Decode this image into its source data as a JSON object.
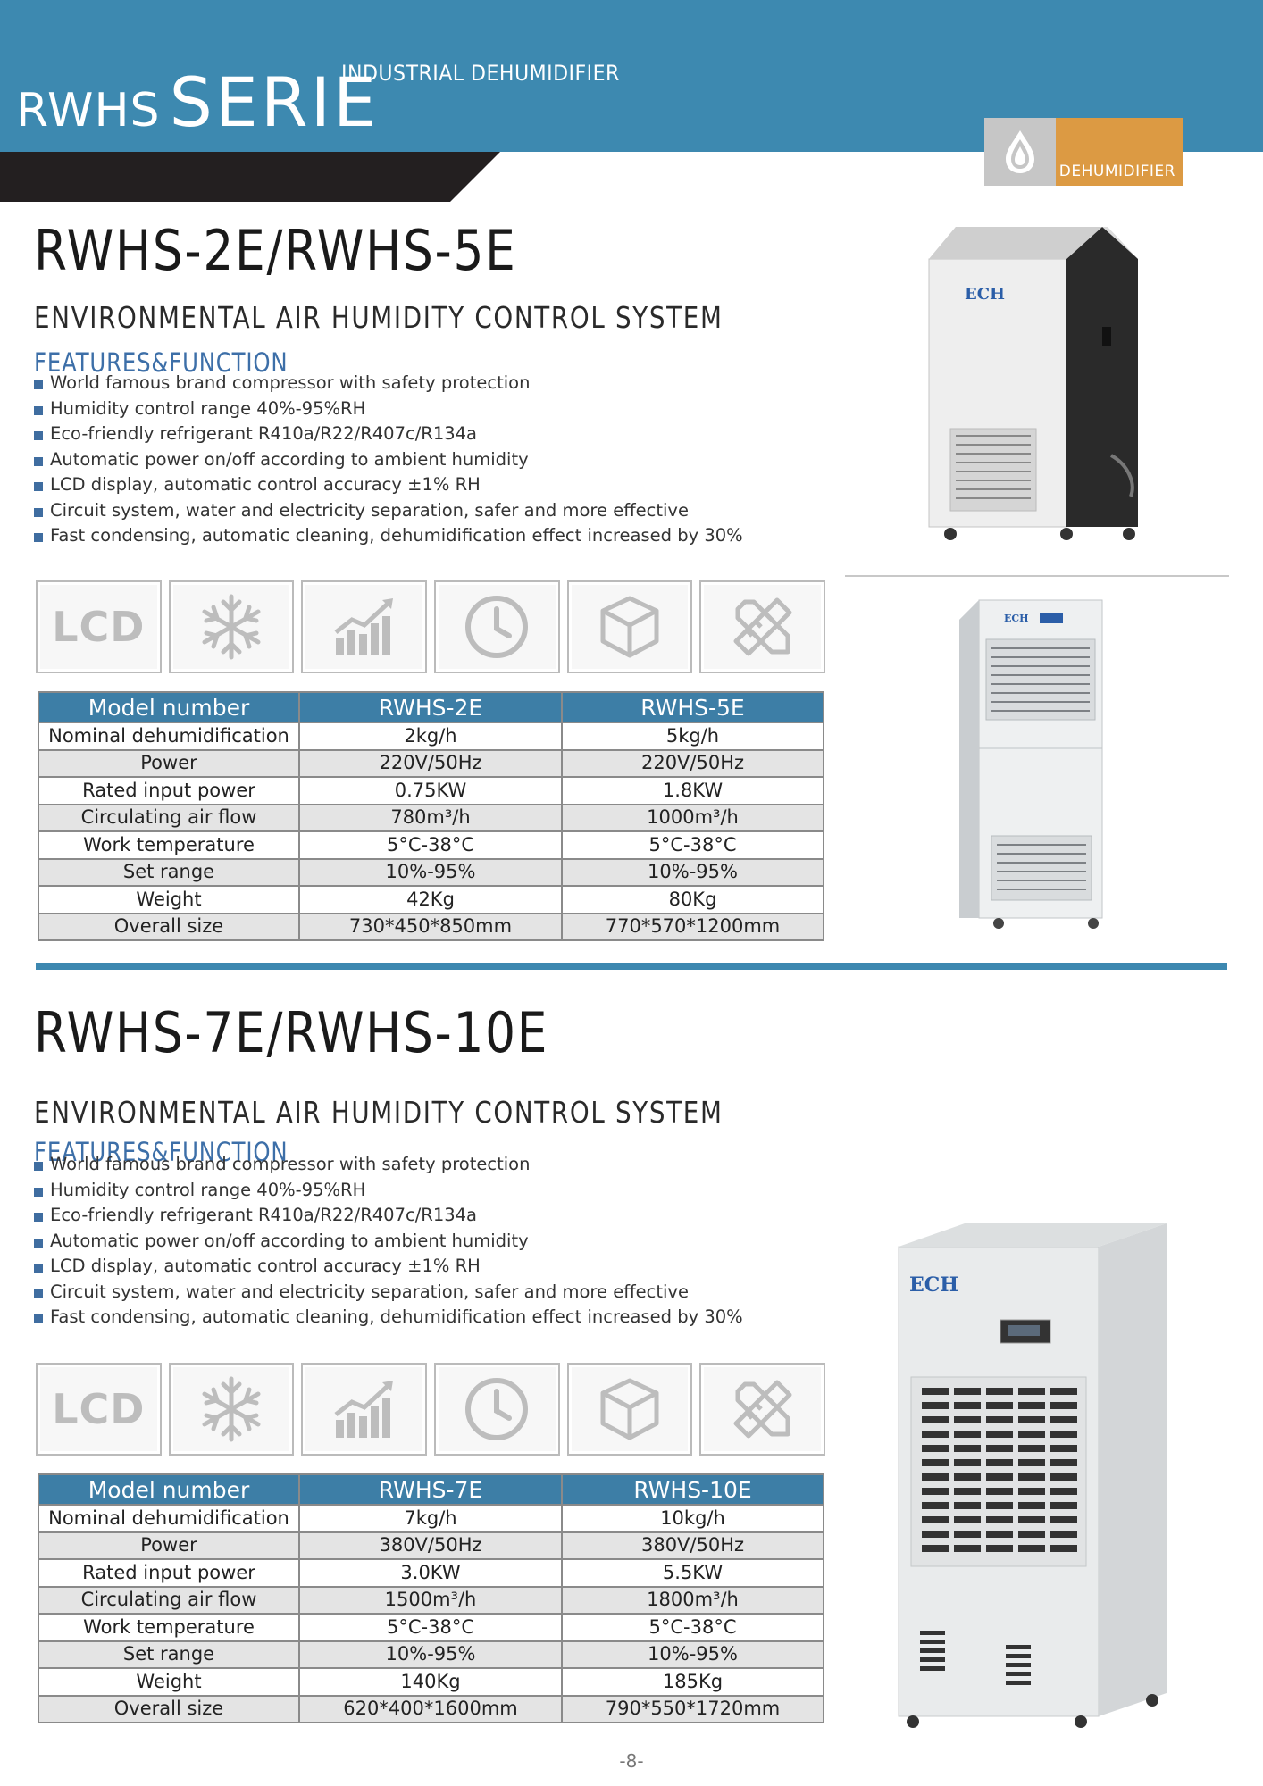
{
  "header": {
    "series_prefix": "RWHS",
    "series_word": "SERIE",
    "subtitle": "INDUSTRIAL  DEHUMIDIFIER",
    "badge_label": "DEHUMIDIFIER"
  },
  "sections": [
    {
      "model_title": "RWHS-2E/RWHS-5E",
      "system_title": "ENVIRONMENTAL AIR HUMIDITY CONTROL SYSTEM",
      "features_title": "FEATURES&FUNCTION",
      "features": [
        "World famous brand compressor with safety protection",
        "Humidity control range 40%-95%RH",
        "Eco-friendly refrigerant R410a/R22/R407c/R134a",
        "Automatic power on/off according to ambient humidity",
        "LCD display, automatic control accuracy ±1% RH",
        "Circuit system, water and electricity separation, safer and more effective",
        "Fast condensing, automatic cleaning, dehumidification effect increased by 30%"
      ],
      "icon_lcd": "LCD",
      "table": {
        "headers": [
          "Model number",
          "RWHS-2E",
          "RWHS-5E"
        ],
        "rows": [
          [
            "Nominal dehumidification",
            "2kg/h",
            "5kg/h"
          ],
          [
            "Power",
            "220V/50Hz",
            "220V/50Hz"
          ],
          [
            "Rated input power",
            "0.75KW",
            "1.8KW"
          ],
          [
            "Circulating air flow",
            "780m³/h",
            "1000m³/h"
          ],
          [
            "Work temperature",
            "5°C-38°C",
            "5°C-38°C"
          ],
          [
            "Set range",
            "10%-95%",
            "10%-95%"
          ],
          [
            "Weight",
            "42Kg",
            "80Kg"
          ],
          [
            "Overall size",
            "730*450*850mm",
            "770*570*1200mm"
          ]
        ]
      },
      "brand_a": "ECH",
      "brand_b": "ECH"
    },
    {
      "model_title": "RWHS-7E/RWHS-10E",
      "system_title": "ENVIRONMENTAL AIR HUMIDITY CONTROL SYSTEM",
      "features_title": "FEATURES&FUNCTION",
      "features": [
        "World famous brand compressor with safety protection",
        "Humidity control range 40%-95%RH",
        "Eco-friendly refrigerant R410a/R22/R407c/R134a",
        "Automatic power on/off according to ambient humidity",
        "LCD display, automatic control accuracy ±1% RH",
        "Circuit system, water and electricity separation, safer and more effective",
        "Fast condensing, automatic cleaning, dehumidification effect increased by 30%"
      ],
      "icon_lcd": "LCD",
      "table": {
        "headers": [
          "Model number",
          "RWHS-7E",
          "RWHS-10E"
        ],
        "rows": [
          [
            "Nominal dehumidification",
            "7kg/h",
            "10kg/h"
          ],
          [
            "Power",
            "380V/50Hz",
            "380V/50Hz"
          ],
          [
            "Rated input power",
            "3.0KW",
            "5.5KW"
          ],
          [
            "Circulating air flow",
            "1500m³/h",
            "1800m³/h"
          ],
          [
            "Work temperature",
            "5°C-38°C",
            "5°C-38°C"
          ],
          [
            "Set range",
            "10%-95%",
            "10%-95%"
          ],
          [
            "Weight",
            "140Kg",
            "185Kg"
          ],
          [
            "Overall size",
            "620*400*1600mm",
            "790*550*1720mm"
          ]
        ]
      },
      "brand_a": "ECH"
    }
  ],
  "page_number": "-8-",
  "colors": {
    "header_blue": "#3d89b0",
    "table_header": "#3d7ea6",
    "badge_orange": "#dc9a43",
    "bullet": "#3f6da0"
  }
}
